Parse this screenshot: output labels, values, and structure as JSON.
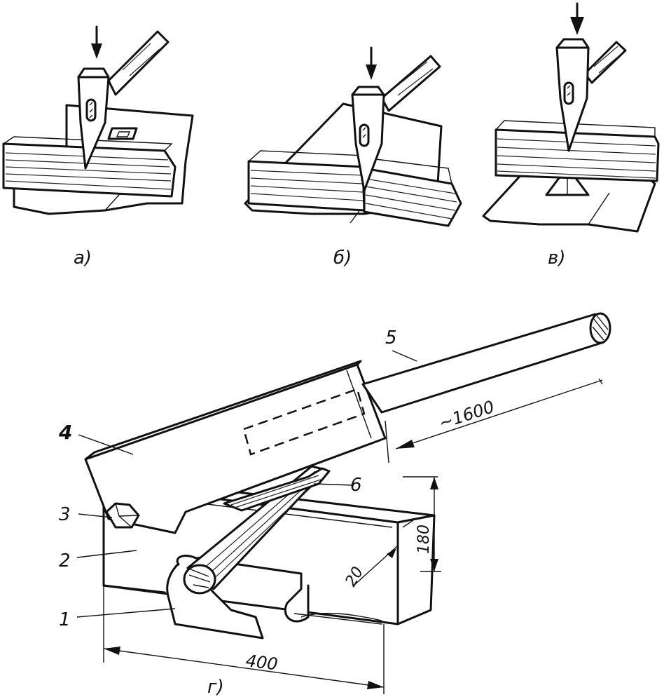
{
  "subfigures": {
    "a": {
      "caption": "а)"
    },
    "b": {
      "caption": "б)"
    },
    "v": {
      "caption": "в)"
    },
    "g": {
      "caption": "г)"
    }
  },
  "part_numbers": [
    "1",
    "2",
    "3",
    "4",
    "5",
    "6"
  ],
  "dimensions": {
    "handle_length": "~1600",
    "thickness": "20",
    "height": "180",
    "width": "400"
  }
}
